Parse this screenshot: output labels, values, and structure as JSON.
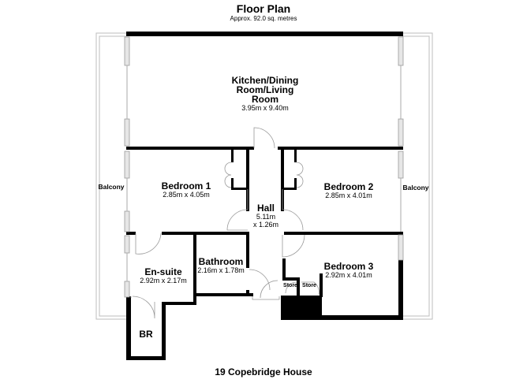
{
  "header": {
    "title": "Floor Plan",
    "subtitle": "Approx. 92.0 sq. metres"
  },
  "footer": {
    "address": "19 Copebridge House"
  },
  "colors": {
    "wall": "#000000",
    "window": "#cfcfcf",
    "balcony_outline": "#bdbdbd",
    "background": "#ffffff"
  },
  "rooms": {
    "kitchen": {
      "name_line1": "Kitchen/Dining",
      "name_line2": "Room/Living",
      "name_line3": "Room",
      "dims": "3.95m x 9.40m"
    },
    "bedroom1": {
      "name": "Bedroom 1",
      "dims": "2.85m x 4.05m"
    },
    "bedroom2": {
      "name": "Bedroom 2",
      "dims": "2.85m x 4.01m"
    },
    "bedroom3": {
      "name": "Bedroom 3",
      "dims": "2.92m x 4.01m"
    },
    "hall": {
      "name": "Hall",
      "dims_line1": "5.11m",
      "dims_line2": "x 1.26m"
    },
    "ensuite": {
      "name": "En-suite",
      "dims": "2.92m x 2.17m"
    },
    "bathroom": {
      "name": "Bathroom",
      "dims": "2.16m x 1.78m"
    },
    "br": {
      "name": "BR"
    },
    "store1": {
      "name": "Store"
    },
    "store2": {
      "name": "Store"
    },
    "balcony_left": {
      "name": "Balcony"
    },
    "balcony_right": {
      "name": "Balcony"
    }
  }
}
